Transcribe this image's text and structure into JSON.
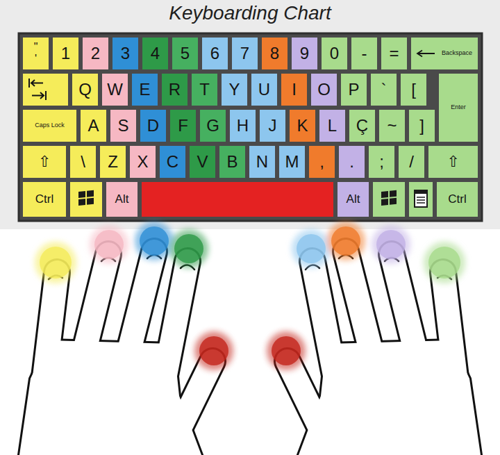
{
  "diagram": {
    "title": "Keyboarding Chart",
    "nodes": [
      {
        "text": [
          "\"",
          "'"
        ]
      },
      {
        "text": [
          "1"
        ]
      },
      {
        "text": [
          "2"
        ]
      },
      {
        "text": [
          "3"
        ]
      },
      {
        "text": [
          "4"
        ]
      },
      {
        "text": [
          "5"
        ]
      },
      {
        "text": [
          "6"
        ]
      },
      {
        "text": [
          "7"
        ]
      },
      {
        "text": [
          "8"
        ]
      },
      {
        "text": [
          "9"
        ]
      },
      {
        "text": [
          "0"
        ]
      },
      {
        "text": [
          "-"
        ]
      },
      {
        "text": [
          "="
        ]
      },
      {
        "text": [
          "Backspace"
        ]
      },
      {
        "text": [
          "Q"
        ]
      },
      {
        "text": [
          "W"
        ]
      },
      {
        "text": [
          "E"
        ]
      },
      {
        "text": [
          "R"
        ]
      },
      {
        "text": [
          "T"
        ]
      },
      {
        "text": [
          "Y"
        ]
      },
      {
        "text": [
          "U"
        ]
      },
      {
        "text": [
          "I"
        ]
      },
      {
        "text": [
          "O"
        ]
      },
      {
        "text": [
          "P"
        ]
      },
      {
        "text": [
          "`"
        ]
      },
      {
        "text": [
          "["
        ]
      },
      {
        "text": [
          "Enter"
        ]
      },
      {
        "text": [
          "Caps Lock"
        ]
      },
      {
        "text": [
          "A"
        ]
      },
      {
        "text": [
          "S"
        ]
      },
      {
        "text": [
          "D"
        ]
      },
      {
        "text": [
          "F"
        ]
      },
      {
        "text": [
          "G"
        ]
      },
      {
        "text": [
          "H"
        ]
      },
      {
        "text": [
          "J"
        ]
      },
      {
        "text": [
          "K"
        ]
      },
      {
        "text": [
          "L"
        ]
      },
      {
        "text": [
          "Ç"
        ]
      },
      {
        "text": [
          "~"
        ]
      },
      {
        "text": [
          "]"
        ]
      },
      {
        "text": [
          "⇧"
        ]
      },
      {
        "text": [
          "\\"
        ]
      },
      {
        "text": [
          "Z"
        ]
      },
      {
        "text": [
          "X"
        ]
      },
      {
        "text": [
          "C"
        ]
      },
      {
        "text": [
          "V"
        ]
      },
      {
        "text": [
          "B"
        ]
      },
      {
        "text": [
          "N"
        ]
      },
      {
        "text": [
          "M"
        ]
      },
      {
        "text": [
          ","
        ]
      },
      {
        "text": [
          "."
        ]
      },
      {
        "text": [
          ";"
        ]
      },
      {
        "text": [
          "/"
        ]
      },
      {
        "text": [
          "⇧"
        ]
      },
      {
        "text": [
          "Ctrl"
        ]
      },
      {
        "text": [
          "Alt"
        ]
      },
      {
        "text": [
          "Alt"
        ]
      },
      {
        "text": [
          "Ctrl"
        ]
      }
    ]
  }
}
